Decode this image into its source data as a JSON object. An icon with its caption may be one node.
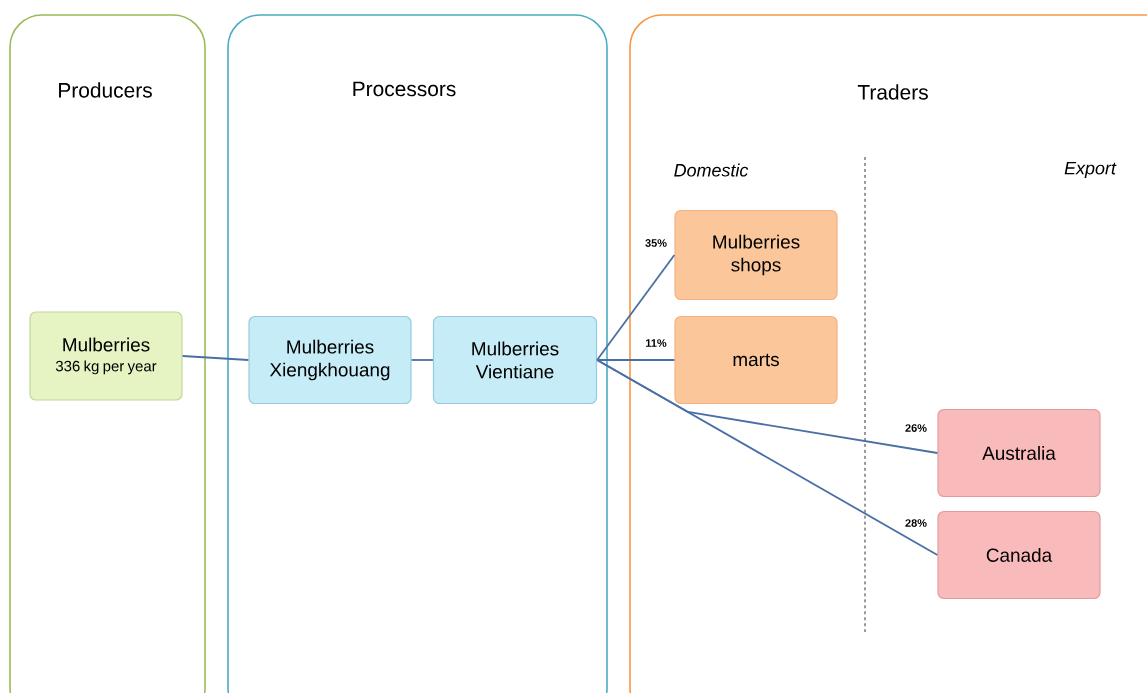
{
  "diagram": {
    "nodes": [
      {
        "text": [
          "Producers"
        ]
      },
      {
        "text": [
          "Processors"
        ]
      },
      {
        "text": [
          "Traders"
        ]
      },
      {
        "text": [
          "Mulberries",
          "336 kg per year"
        ],
        "in": 0
      },
      {
        "text": [
          "Mulberries Xiengkhouang"
        ],
        "in": 1
      },
      {
        "text": [
          "Mulberries Vientiane"
        ],
        "in": 1
      },
      {
        "text": [
          "Mulberries shops"
        ],
        "in": 2
      },
      {
        "text": [
          "marts"
        ],
        "in": 2
      },
      {
        "text": [
          "Australia"
        ],
        "in": 2
      },
      {
        "text": [
          "Canada"
        ],
        "in": 2
      }
    ],
    "edges": [
      {
        "from": 3,
        "to": 4,
        "arrow": "none"
      },
      {
        "from": 4,
        "to": 5,
        "arrow": "none"
      },
      {
        "from": 5,
        "to": 6,
        "arrow": "none",
        "label": "35%"
      },
      {
        "from": 5,
        "to": 7,
        "arrow": "none",
        "label": "11%"
      },
      {
        "from": 5,
        "to": 8,
        "arrow": "none",
        "label": "26%"
      },
      {
        "from": 5,
        "to": 9,
        "arrow": "none",
        "label": "28%"
      }
    ],
    "labels": [
      "Domestic",
      "Export"
    ]
  }
}
